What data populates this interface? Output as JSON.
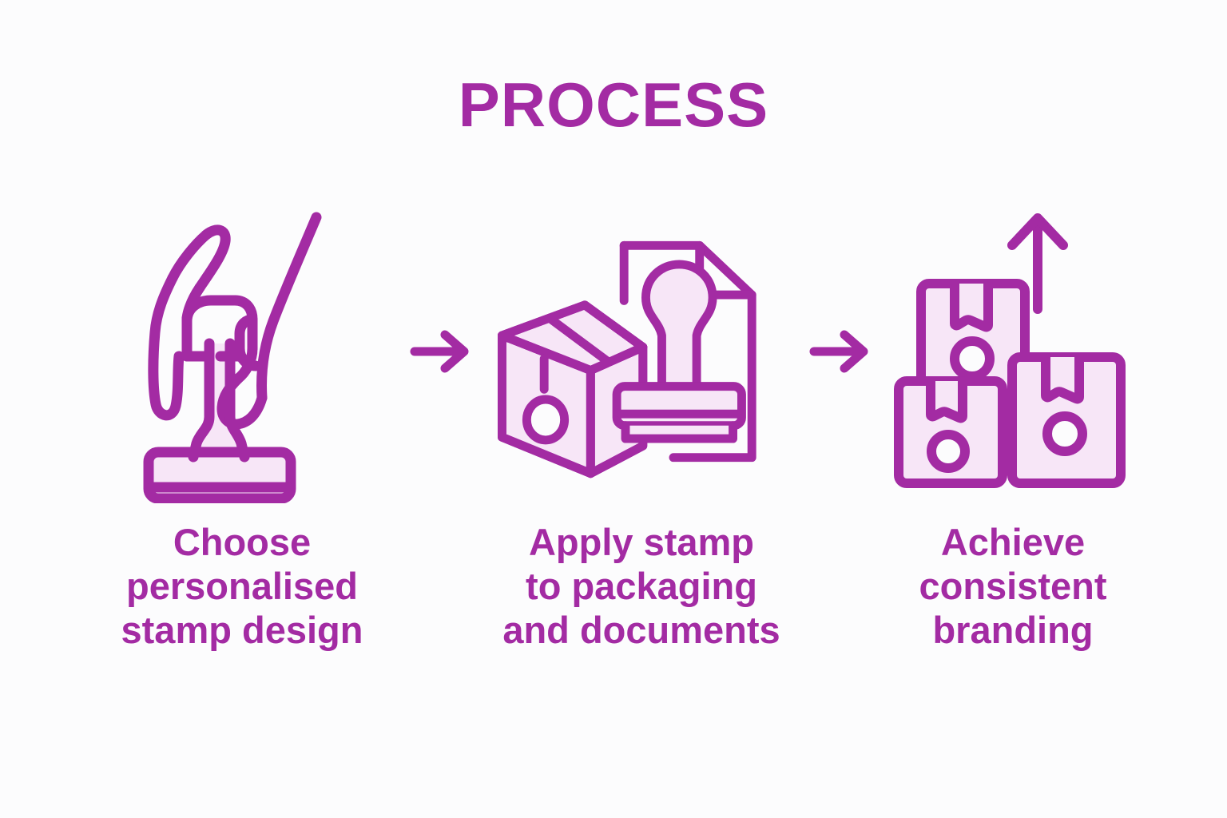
{
  "graphic": {
    "title": "PROCESS",
    "type": "process-flow-infographic",
    "background_color": "#fcfcfd",
    "accent_color": "#a32ba3",
    "fill_color": "#f7e6f7"
  },
  "steps": [
    {
      "index": 1,
      "label": "Choose\npersonalised\nstamp design",
      "icon": "hand-holding-stamp-icon"
    },
    {
      "index": 2,
      "label": "Apply stamp\nto packaging\nand documents",
      "icon": "box-document-stamp-icon"
    },
    {
      "index": 3,
      "label": "Achieve\nconsistent\nbranding",
      "icon": "stacked-boxes-up-arrow-icon"
    }
  ],
  "connectors": [
    {
      "index": 1,
      "icon": "arrow-right-icon"
    },
    {
      "index": 2,
      "icon": "arrow-right-icon"
    }
  ]
}
